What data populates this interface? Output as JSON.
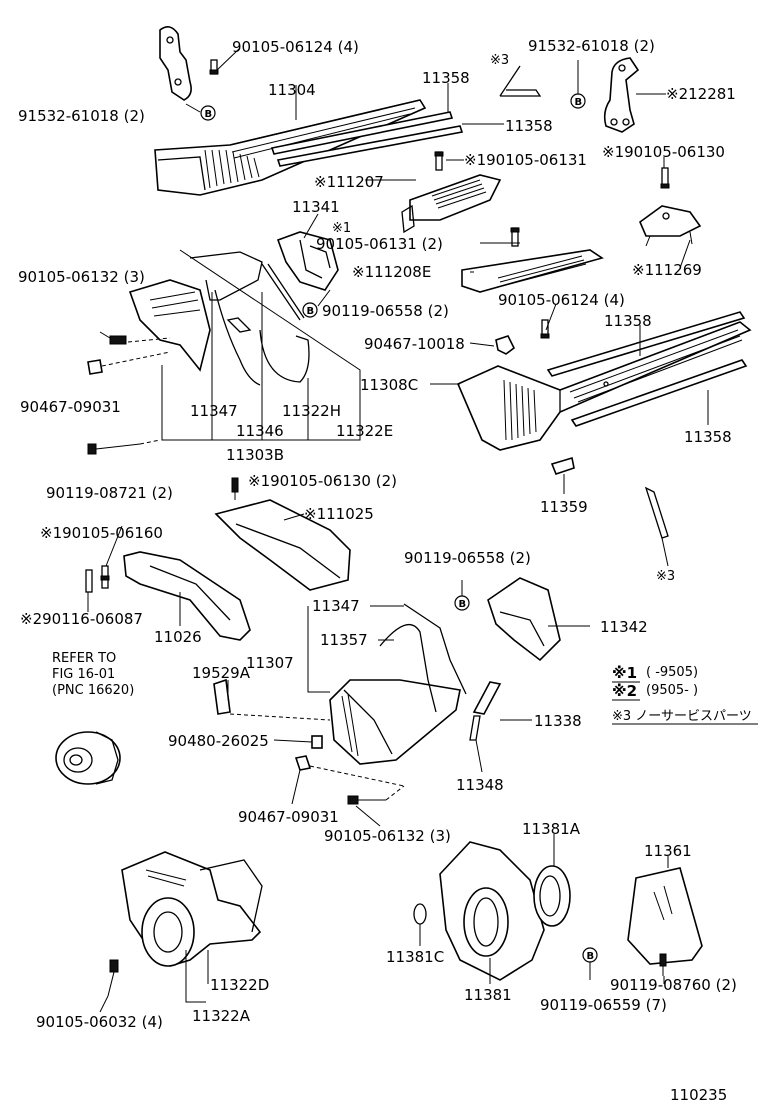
{
  "labels": {
    "p90105_06124_4_top": "90105-06124 (4)",
    "p91532_61018_2_left": "91532-61018 (2)",
    "p11304": "11304",
    "p11358_a": "11358",
    "p11358_b": "11358",
    "p_note3_top": "※3",
    "p91532_61018_2_right": "91532-61018 (2)",
    "p212281": "※212281",
    "p190105_06131": "※190105-06131",
    "p190105_06130_r": "※190105-06130",
    "p111207": "※111207",
    "p11341": "11341",
    "p_star1": "※1",
    "p90105_06131_2": "90105-06131 (2)",
    "p111208E": "※111208E",
    "p111269": "※111269",
    "p90105_06132_3_left": "90105-06132 (3)",
    "p90119_06558_2_mid": "90119-06558 (2)",
    "p90105_06124_4_mid": "90105-06124 (4)",
    "p11358_c": "11358",
    "p90467_10018": "90467-10018",
    "p11308C": "11308C",
    "p90467_09031_left": "90467-09031",
    "p11347_a": "11347",
    "p11322H": "11322H",
    "p11346": "11346",
    "p11322E": "11322E",
    "p11358_d": "11358",
    "p11303B": "11303B",
    "p90119_08721_2": "90119-08721 (2)",
    "p190105_06130_2": "※190105-06130 (2)",
    "p11359": "11359",
    "p111025": "※111025",
    "p190105_06160": "※190105-06160",
    "p90119_06558_2_right": "90119-06558 (2)",
    "p11347_b": "11347",
    "p11342": "11342",
    "p11357": "11357",
    "p290116_06087": "※290116-06087",
    "p11026": "11026",
    "p_note3_right": "※3",
    "p11307": "11307",
    "p19529A": "19529A",
    "p90480_26025": "90480-26025",
    "p11338": "11338",
    "p11348": "11348",
    "p90467_09031_mid": "90467-09031",
    "p90105_06132_3_mid": "90105-06132 (3)",
    "p11381A": "11381A",
    "p11361": "11361",
    "p11381C": "11381C",
    "p11381": "11381",
    "p90119_06559_7": "90119-06559 (7)",
    "p90119_08760_2": "90119-08760 (2)",
    "p11322D": "11322D",
    "p11322A": "11322A",
    "p90105_06032_4": "90105-06032 (4)"
  },
  "refer": {
    "line1": "REFER TO",
    "line2": "FIG 16-01",
    "line3": "(PNC 16620)"
  },
  "notes": {
    "n1_mark": "※1",
    "n1_text": "(      -9505)",
    "n2_mark": "※2",
    "n2_text": "(9505-      )",
    "n3_text": "※3 ノーサービスパーツ"
  },
  "bolt_mark": "B",
  "figure_number": "110235"
}
